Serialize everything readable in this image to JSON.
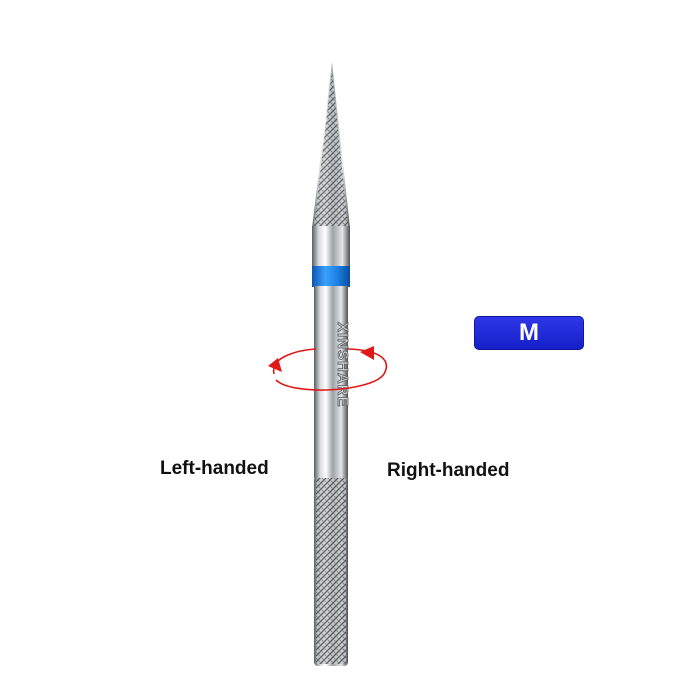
{
  "product": {
    "brand_engraving": "XINSHARE",
    "grit_label": "M",
    "direction_left": "Left-handed",
    "direction_right": "Right-handed"
  },
  "colors": {
    "grit_band": "#1a7de0",
    "badge": "#1e28d6",
    "arrow": "#e01818",
    "metal": "#b8bcc0"
  }
}
